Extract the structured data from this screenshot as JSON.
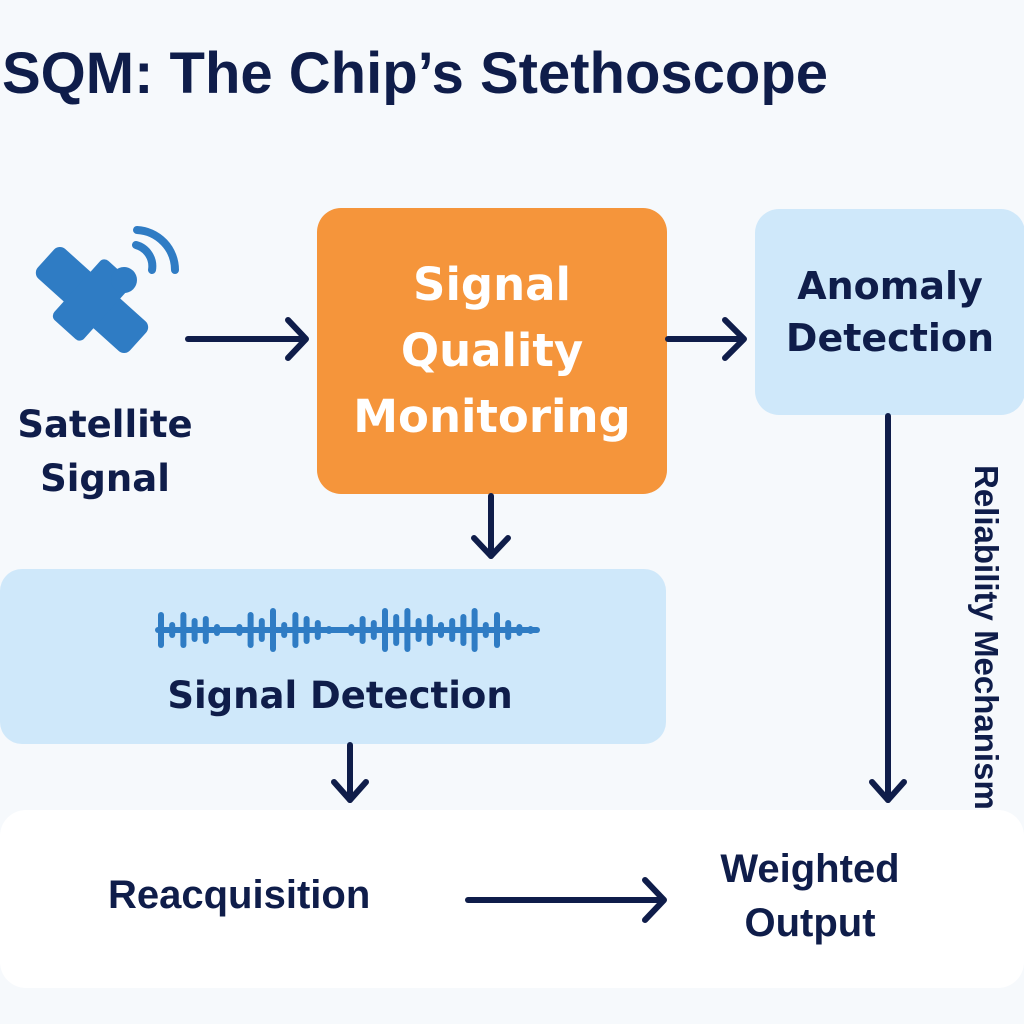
{
  "title": "SQM: The Chip’s Stethoscope",
  "nodes": {
    "satellite": {
      "line1": "Satellite",
      "line2": "Signal",
      "icon": "satellite-icon"
    },
    "sqm": {
      "line1": "Signal",
      "line2": "Quality",
      "line3": "Monitoring"
    },
    "anomaly": {
      "line1": "Anomaly",
      "line2": "Detection"
    },
    "signal_detection": {
      "label": "Signal Detection",
      "icon": "waveform-icon"
    },
    "reacquisition": {
      "label": "Reacquisition"
    },
    "weighted_output": {
      "line1": "Weighted",
      "line2": "Output"
    }
  },
  "edge_labels": {
    "reliability": {
      "line1": "Reliability",
      "line2": "Mechanism"
    }
  },
  "colors": {
    "navy": "#0f1d4a",
    "orange": "#f5953b",
    "light_blue": "#cfe8fa",
    "icon_blue": "#2f7cc4",
    "background": "#f6f9fc"
  }
}
